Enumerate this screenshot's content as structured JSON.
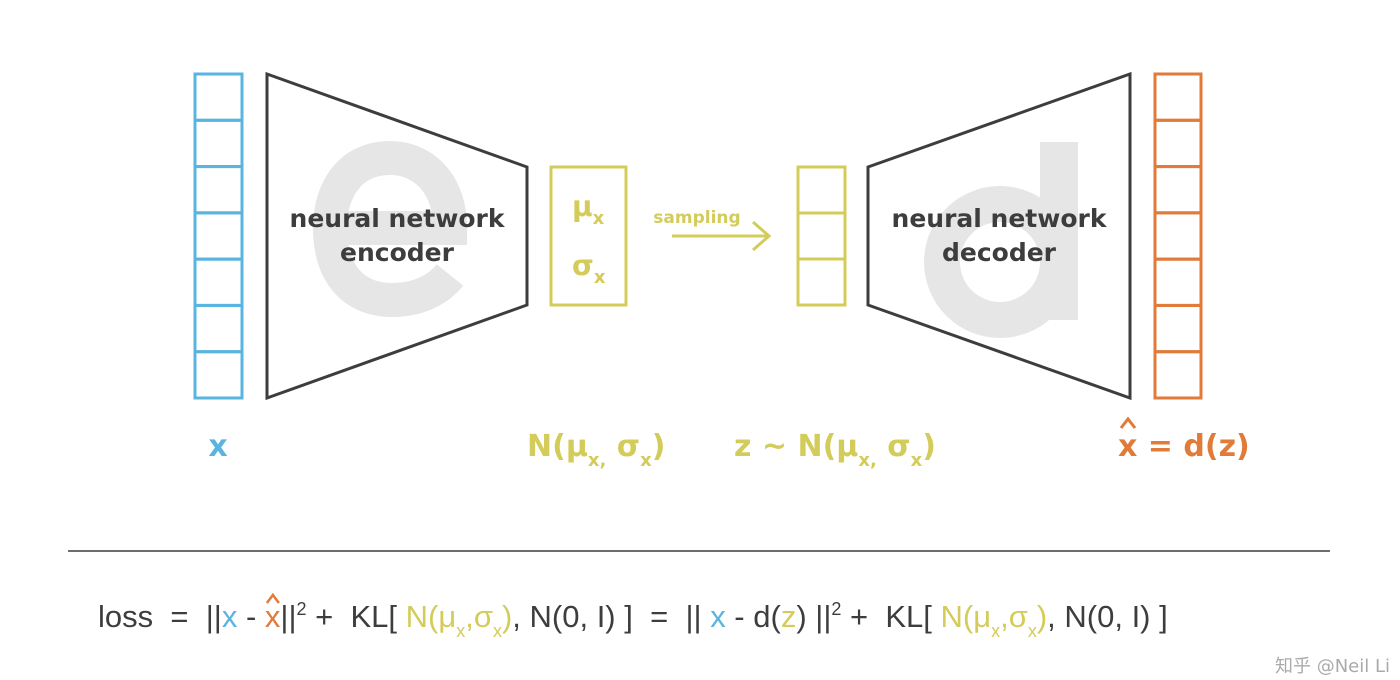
{
  "colors": {
    "input": "#5ab4e0",
    "latent": "#d4cc5a",
    "output": "#e07b3a",
    "network": "#3d3d3d",
    "ghost_letter": "#e6e6e6"
  },
  "input": {
    "label": "x",
    "cells": 7
  },
  "encoder": {
    "ghost_letter": "e",
    "line1": "neural network",
    "line2": "encoder"
  },
  "distribution_box": {
    "mu": "μ",
    "sigma": "σ",
    "sub": "x"
  },
  "arrow": {
    "label": "sampling"
  },
  "latent": {
    "cells": 3
  },
  "decoder": {
    "ghost_letter": "d",
    "line1": "neural network",
    "line2": "decoder"
  },
  "output": {
    "cells": 7,
    "hat": "^",
    "label": "x",
    "rest": " = d(z)"
  },
  "labels": {
    "dist": {
      "pre": "N(μ",
      "sub1": "x,",
      "mid": " σ",
      "sub2": "x",
      "post": ")"
    },
    "z": {
      "pre": "z ~ N(μ",
      "sub1": "x,",
      "mid": " σ",
      "sub2": "x",
      "post": ")"
    }
  },
  "loss": {
    "word": "loss",
    "eq1": "=",
    "norm_open": "||",
    "x": "x",
    "minus": " - ",
    "xhat": "x",
    "hat": "^",
    "norm_close": "||",
    "sq": "2",
    "plus": "+",
    "kl": "KL[",
    "n_open": "N(μ",
    "sub_x": "x",
    "comma_sigma": ",σ",
    "paren": ")",
    "n01": ", N(0, I) ]",
    "eq2": "=",
    "dz_pre": " - d(",
    "z": "z",
    "dz_post": ")",
    "n_open2": "N(μ",
    "sigma2": ",σ",
    "n01_2": ", N(0, I) ]"
  },
  "watermark": "知乎 @Neil Li"
}
